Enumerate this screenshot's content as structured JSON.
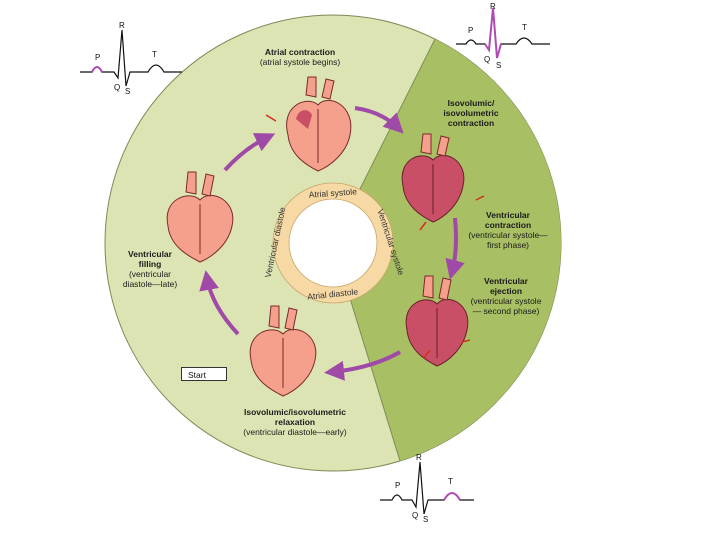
{
  "phases": {
    "atrial_contraction": {
      "title": "Atrial contraction",
      "sub": "(atrial systole begins)"
    },
    "isovolumic_contraction": {
      "title": "Isovolumic/ isovolumetric contraction"
    },
    "ventricular_contraction": {
      "title": "Ventricular contraction",
      "sub": "(ventricular systole— first phase)"
    },
    "ventricular_ejection": {
      "title": "Ventricular ejection",
      "sub": "(ventricular systole— second phase)"
    },
    "isovolumic_relaxation": {
      "title": "Isovolumic/isovolumetric relaxation",
      "sub": "(ventricular diastole—early)"
    },
    "ventricular_filling": {
      "title": "Ventricular filling",
      "sub": "(ventricular diastole—late)"
    }
  },
  "ring": {
    "atrial_systole": "Atrial systole",
    "ventricular_systole": "Ventricular systole",
    "atrial_diastole": "Atrial diastole",
    "ventricular_diastole": "Ventricular diastole"
  },
  "start_label": "Start",
  "ecg": {
    "p": "P",
    "q": "Q",
    "r": "R",
    "s": "S",
    "t": "T"
  },
  "colors": {
    "disc_light": "#dde4b4",
    "disc_dark": "#a9bf64",
    "ring": "#f6d9a4",
    "arrow": "#a04aa8",
    "heart_light": "#f4a08c",
    "heart_dark": "#c84f66",
    "highlight": "#b04ab4"
  }
}
